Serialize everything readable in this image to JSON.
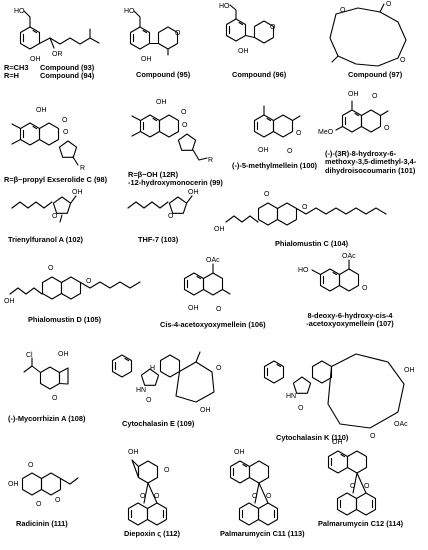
{
  "compounds": {
    "c93_rgroups": "R=CH3\nR=H",
    "c93": "Compound (93)\nCompound (94)",
    "c95": "Compound (95)",
    "c96": "Compound (96)",
    "c97": "Compound (97)",
    "c98": "R=β−propyl Exserolide C (98)",
    "c99": "R=β−OH (12R)\n-12-hydroxymonocerin (99)",
    "c100": "(-)-5-methylmellein (100)",
    "c101": "(-)-(3R)-8-hydroxy-6-\nmethoxy-3,5-dimethyl-3,4-\ndihydroisocoumarin (101)",
    "c102": "Trienylfuranol A (102)",
    "c103": "THF-7 (103)",
    "c104": "Phialomustin C (104)",
    "c105": "Phialomustin D (105)",
    "c106": "Cis-4-acetoxyoxymellein (106)",
    "c107": "8-deoxy-6-hydroxy-cis-4\n-acetoxyoxymellein (107)",
    "c108": "(-)-Mycorrhizin A (108)",
    "c109": "Cytochalasin E (109)",
    "c110": "Cytochalasin K (110)",
    "c111": "Radicinin (111)",
    "c112": "Diepoxin ς (112)",
    "c113": "Palmarumycin C11 (113)",
    "c114": "Palmarumycin C12 (114)"
  },
  "atoms": {
    "oh": "OH",
    "o": "O",
    "or": "OR",
    "r": "R",
    "cl": "Cl",
    "ho": "HO",
    "oac": "OAc",
    "meo": "MeO",
    "hn": "HN",
    "h": "H"
  }
}
